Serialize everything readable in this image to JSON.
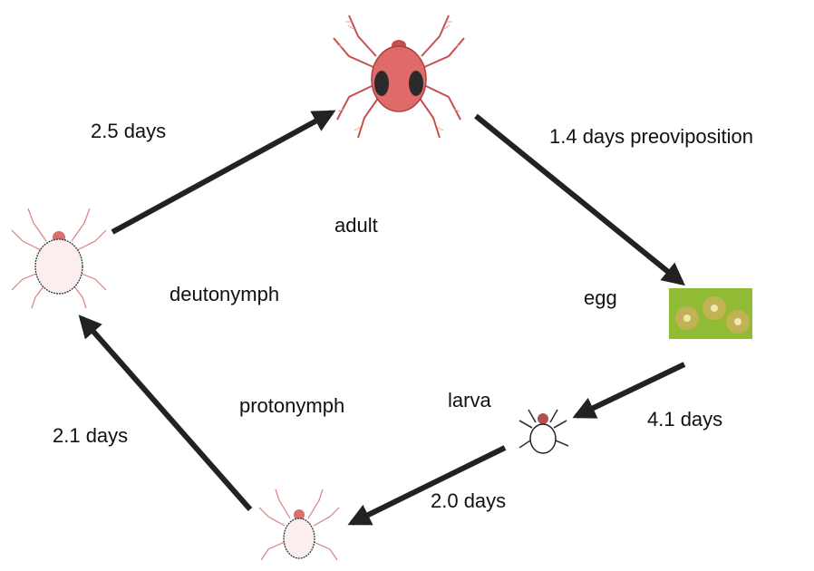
{
  "stages": {
    "adult": "adult",
    "egg": "egg",
    "larva": "larva",
    "protonymph": "protonymph",
    "deutonymph": "deutonymph"
  },
  "durations": {
    "deutonymph_to_adult": "2.5 days",
    "adult_to_egg": "1.4 days preoviposition",
    "egg_to_larva": "4.1 days",
    "larva_to_protonymph": "2.0 days",
    "protonymph_to_deutonymph": "2.1 days"
  },
  "icons": {
    "adult": "adult-mite-icon",
    "egg": "egg-cluster-icon",
    "larva": "larva-mite-icon",
    "protonymph": "protonymph-mite-icon",
    "deutonymph": "deutonymph-mite-icon"
  },
  "colors": {
    "arrow": "#222222",
    "adult_body": "#e06a6a",
    "adult_spots": "#2a2a2a",
    "nymph_legs": "#d88080",
    "egg_bg": "#9cc23a",
    "egg_dot": "#d9a94a"
  }
}
